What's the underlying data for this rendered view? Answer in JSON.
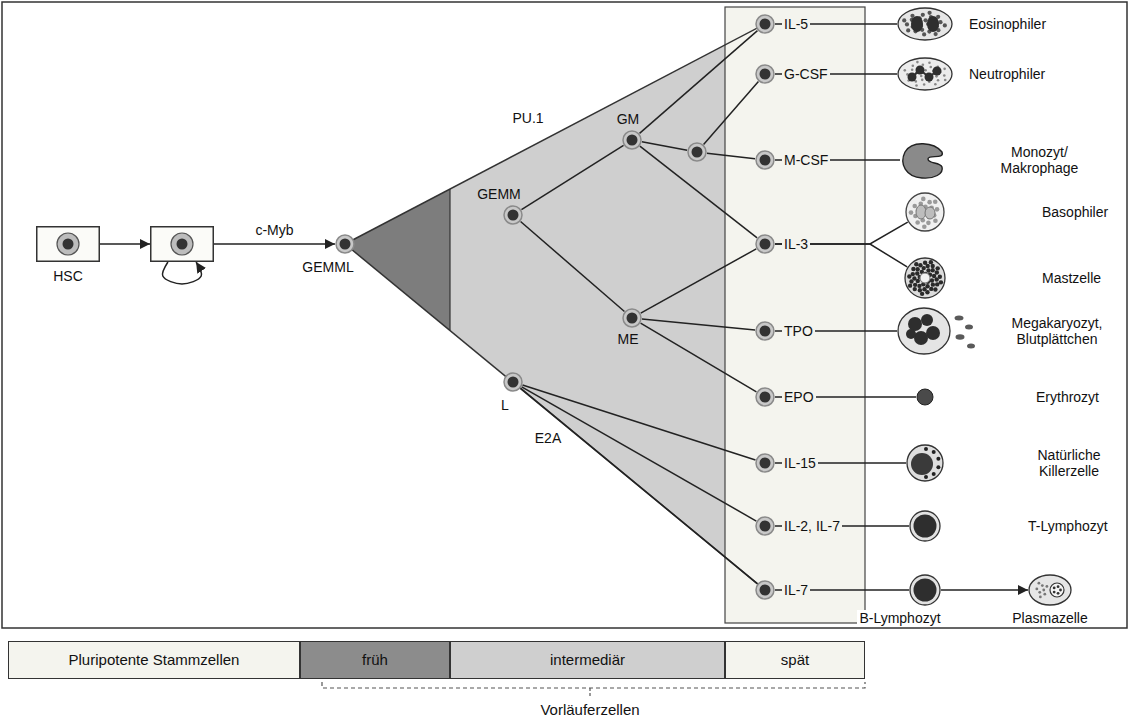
{
  "diagram": {
    "nodes": [
      {
        "text": [
          "HSC"
        ]
      },
      {
        "text": []
      },
      {
        "text": [
          "GEMML"
        ]
      },
      {
        "text": [
          "GEMM"
        ]
      },
      {
        "text": [
          "GM"
        ]
      },
      {
        "text": [
          "ME"
        ]
      },
      {
        "text": [
          "L"
        ]
      },
      {
        "text": []
      },
      {
        "text": [
          "IL-5"
        ]
      },
      {
        "text": [
          "G-CSF"
        ]
      },
      {
        "text": [
          "M-CSF"
        ]
      },
      {
        "text": [
          "IL-3"
        ]
      },
      {
        "text": [
          "TPO"
        ]
      },
      {
        "text": [
          "EPO"
        ]
      },
      {
        "text": [
          "IL-15"
        ]
      },
      {
        "text": [
          "IL-2, IL-7"
        ]
      },
      {
        "text": [
          "IL-7"
        ]
      },
      {
        "text": [
          "Eosinophiler"
        ]
      },
      {
        "text": [
          "Neutrophiler"
        ]
      },
      {
        "text": [
          "Monozyt/ Makrophage"
        ]
      },
      {
        "text": [
          "Basophiler"
        ]
      },
      {
        "text": [
          "Mastzelle"
        ]
      },
      {
        "text": [
          "Megakaryozyt, Blutplättchen"
        ]
      },
      {
        "text": [
          "Erythrozyt"
        ]
      },
      {
        "text": [
          "Natürliche Killerzelle"
        ]
      },
      {
        "text": [
          "T-Lymphozyt"
        ]
      },
      {
        "text": [
          "B-Lymphozyt"
        ]
      },
      {
        "text": [
          "Plasmazelle"
        ]
      },
      {
        "text": [
          "Pluripotente Stammzellen"
        ]
      },
      {
        "text": [
          "früh"
        ]
      },
      {
        "text": [
          "intermediär"
        ]
      },
      {
        "text": [
          "spät"
        ]
      }
    ],
    "edges": [
      {
        "from": 0,
        "to": 1,
        "arrow": "to"
      },
      {
        "from": 1,
        "to": 1,
        "arrow": "to"
      },
      {
        "from": 1,
        "to": 2,
        "label": "c-Myb",
        "arrow": "to"
      },
      {
        "from": 3,
        "to": 4,
        "arrow": "none"
      },
      {
        "from": 3,
        "to": 5,
        "arrow": "none"
      },
      {
        "from": 4,
        "to": 8,
        "arrow": "none"
      },
      {
        "from": 4,
        "to": 7,
        "arrow": "none"
      },
      {
        "from": 7,
        "to": 9,
        "arrow": "none"
      },
      {
        "from": 7,
        "to": 10,
        "arrow": "none"
      },
      {
        "from": 4,
        "to": 11,
        "arrow": "none"
      },
      {
        "from": 5,
        "to": 11,
        "arrow": "none"
      },
      {
        "from": 5,
        "to": 12,
        "arrow": "none"
      },
      {
        "from": 5,
        "to": 13,
        "arrow": "none"
      },
      {
        "from": 6,
        "to": 14,
        "arrow": "none"
      },
      {
        "from": 6,
        "to": 15,
        "arrow": "none"
      },
      {
        "from": 6,
        "to": 16,
        "arrow": "none"
      },
      {
        "from": 8,
        "to": 17,
        "arrow": "none"
      },
      {
        "from": 9,
        "to": 18,
        "arrow": "none"
      },
      {
        "from": 10,
        "to": 19,
        "arrow": "none"
      },
      {
        "from": 11,
        "to": 20,
        "arrow": "none"
      },
      {
        "from": 11,
        "to": 21,
        "arrow": "none"
      },
      {
        "from": 12,
        "to": 22,
        "arrow": "none"
      },
      {
        "from": 13,
        "to": 23,
        "arrow": "none"
      },
      {
        "from": 14,
        "to": 24,
        "arrow": "none"
      },
      {
        "from": 15,
        "to": 25,
        "arrow": "none"
      },
      {
        "from": 16,
        "to": 26,
        "arrow": "none"
      },
      {
        "from": 26,
        "to": 27,
        "arrow": "to"
      }
    ],
    "labels": [
      "PU.1",
      "E2A",
      "Vorläuferzellen"
    ]
  }
}
